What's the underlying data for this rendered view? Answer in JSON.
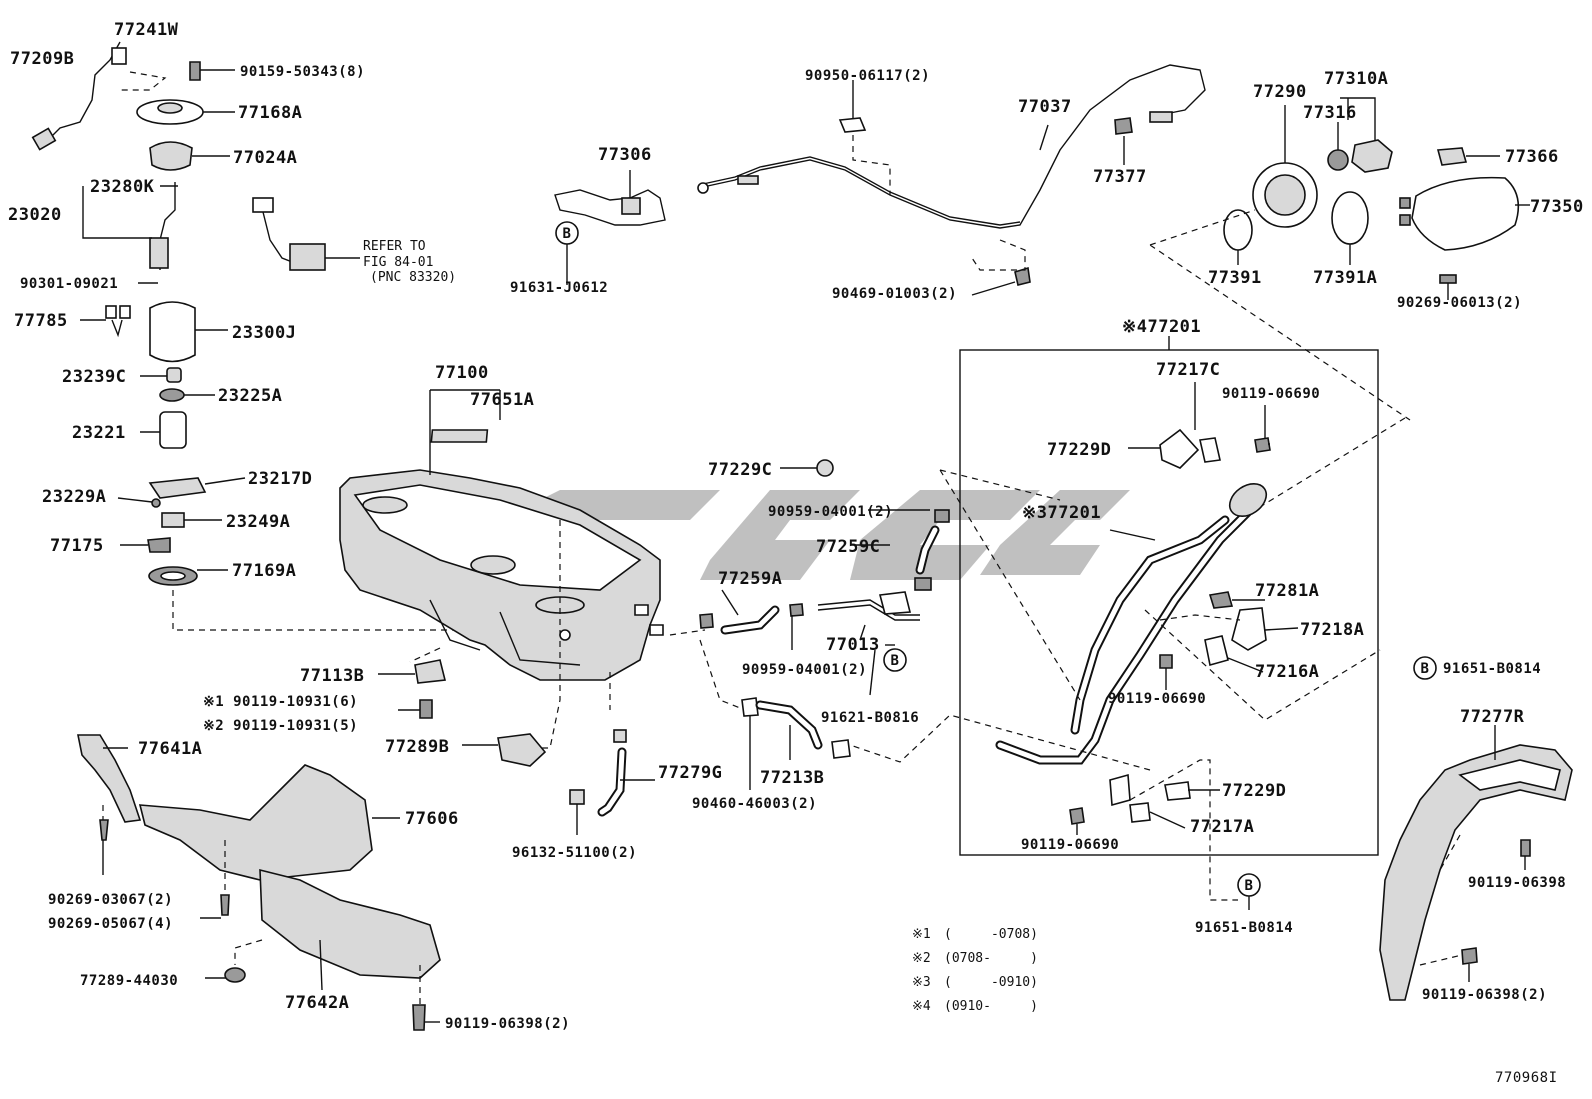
{
  "diagram_id": "770968I",
  "legend": [
    {
      "mark": "※1",
      "range": "(     -0708)"
    },
    {
      "mark": "※2",
      "range": "(0708-     )"
    },
    {
      "mark": "※3",
      "range": "(     -0910)"
    },
    {
      "mark": "※4",
      "range": "(0910-     )"
    }
  ],
  "refer_note": [
    "REFER TO",
    "FIG 84-01",
    "(PNC 83320)"
  ],
  "callout_letter": "B",
  "labels": {
    "p77241W": "77241W",
    "p77209B": "77209B",
    "p90159": "90159-50343(8)",
    "p77168A": "77168A",
    "p77024A": "77024A",
    "p23280K": "23280K",
    "p23020": "23020",
    "p90301": "90301-09021",
    "p77785": "77785",
    "p23300J": "23300J",
    "p23239C": "23239C",
    "p23225A": "23225A",
    "p23221": "23221",
    "p23217D": "23217D",
    "p23229A": "23229A",
    "p23249A": "23249A",
    "p77175": "77175",
    "p77169A": "77169A",
    "p77100": "77100",
    "p77651A": "77651A",
    "p77306": "77306",
    "p91631": "91631-J0612",
    "p90950": "90950-06117(2)",
    "p77037": "77037",
    "p77377": "77377",
    "p90469": "90469-01003(2)",
    "p77290": "77290",
    "p77310A": "77310A",
    "p77316": "77316",
    "p77366": "77366",
    "p77350": "77350",
    "p77391": "77391",
    "p77391A": "77391A",
    "p90269_06013": "90269-06013(2)",
    "p77201_4": "※477201",
    "p77217C": "77217C",
    "p90119_06690a": "90119-06690",
    "p77229D_a": "77229D",
    "p77201_3": "※377201",
    "p77281A": "77281A",
    "p77218A": "77218A",
    "p77216A": "77216A",
    "p90119_06690b": "90119-06690",
    "p91651_a": "91651-B0814",
    "p77229C": "77229C",
    "p90959_a": "90959-04001(2)",
    "p77259C": "77259C",
    "p77259A": "77259A",
    "p77013": "77013",
    "p90959_b": "90959-04001(2)",
    "p91621": "91621-B0816",
    "p77113B": "77113B",
    "p90119_10931_1": "※1 90119-10931(6)",
    "p90119_10931_2": "※2 90119-10931(5)",
    "p77289B": "77289B",
    "p77279G": "77279G",
    "p96132": "96132-51100(2)",
    "p90460": "90460-46003(2)",
    "p77213B": "77213B",
    "p77229D_b": "77229D",
    "p77217A": "77217A",
    "p90119_06690c": "90119-06690",
    "p91651_b": "91651-B0814",
    "p77277R": "77277R",
    "p90119_06398a": "90119-06398",
    "p90119_06398b": "90119-06398(2)",
    "p77641A": "77641A",
    "p77606": "77606",
    "p90269_03067": "90269-03067(2)",
    "p90269_05067": "90269-05067(4)",
    "p77289_44030": "77289-44030",
    "p77642A": "77642A",
    "p90119_06398c": "90119-06398(2)"
  }
}
